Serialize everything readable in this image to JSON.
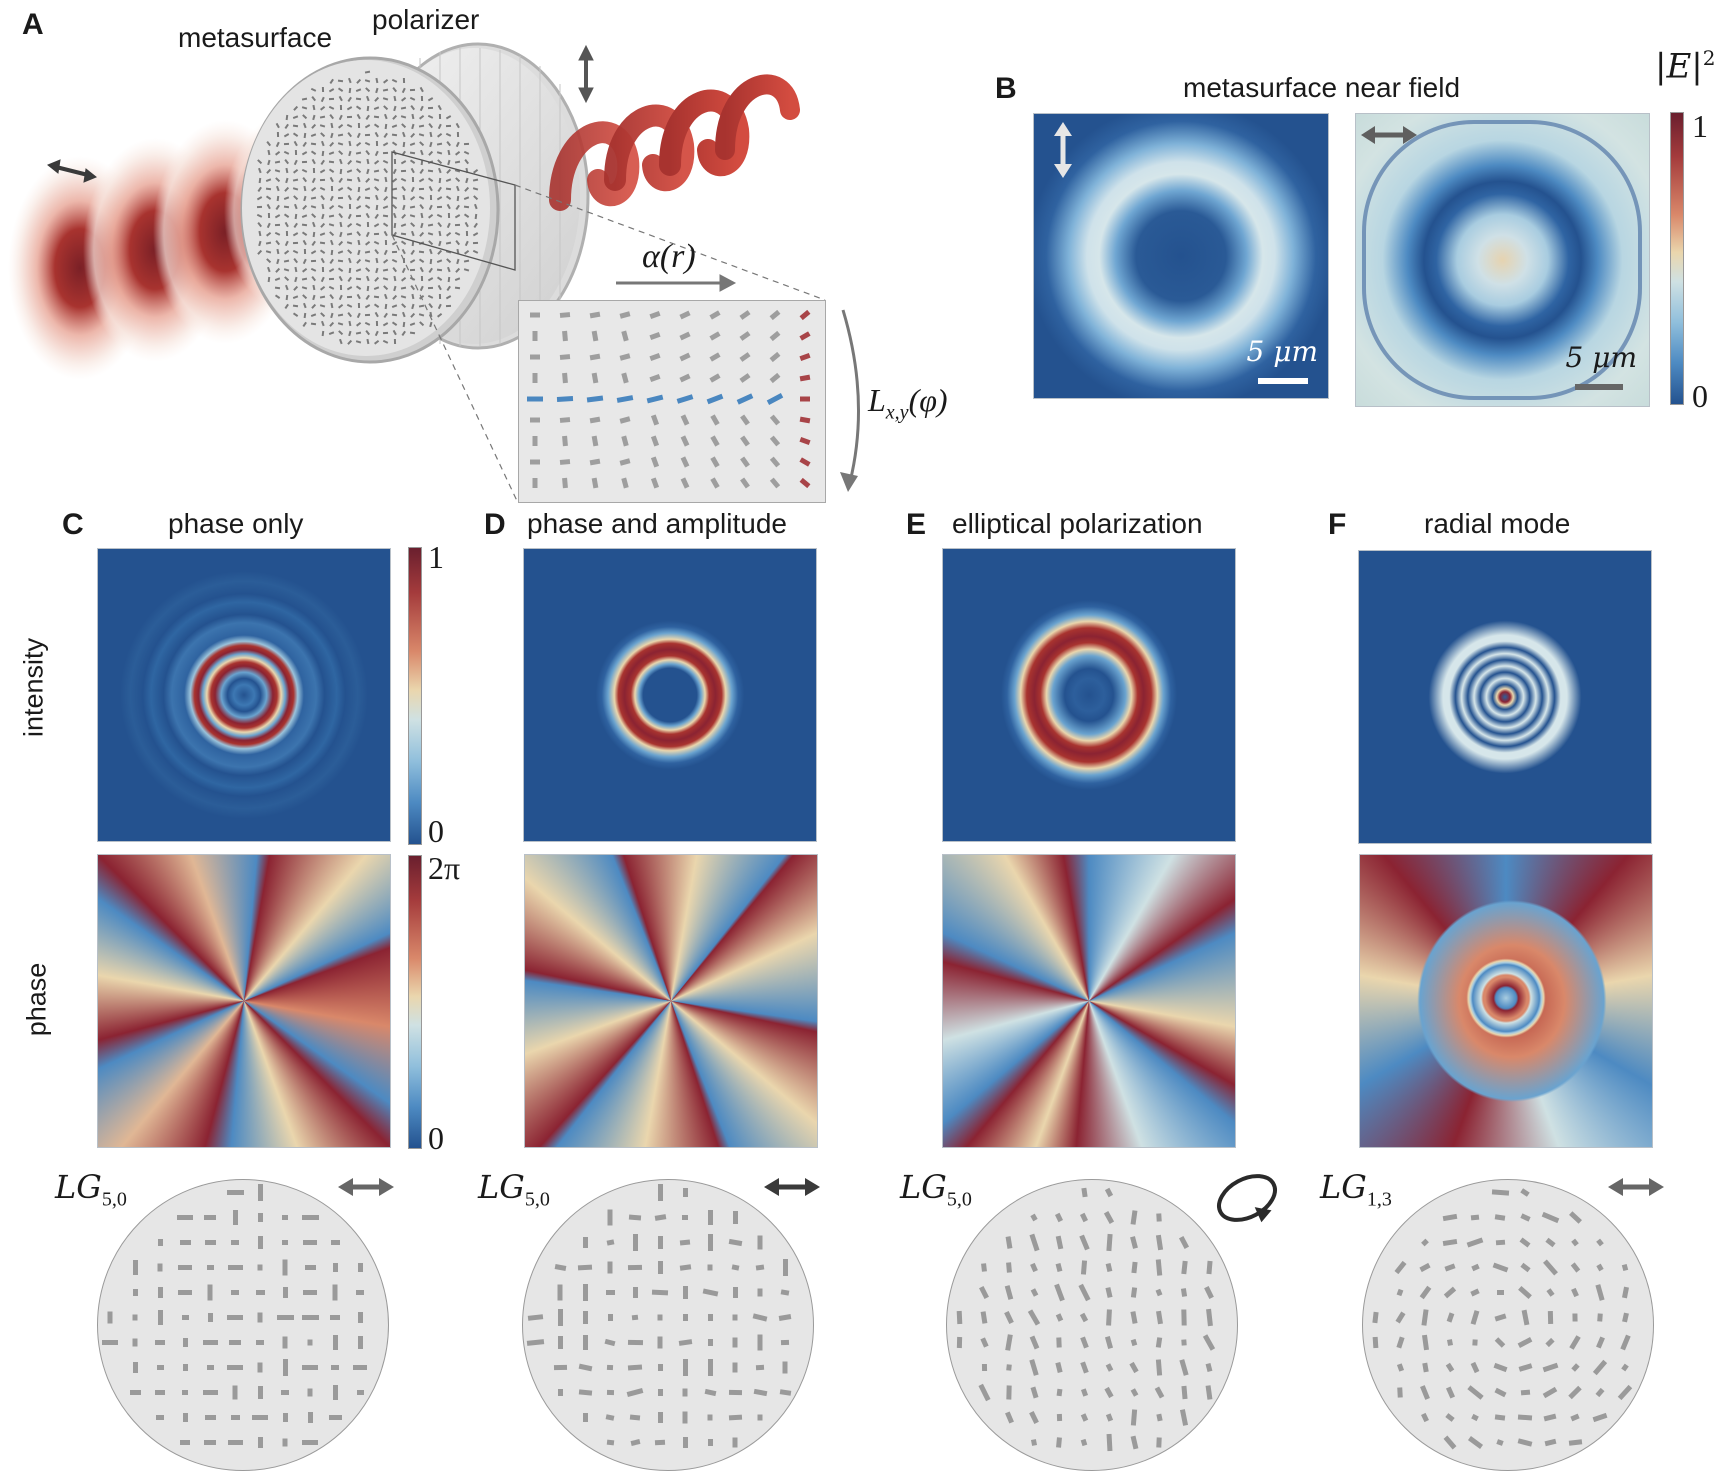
{
  "panel_a": {
    "label": "A",
    "metasurface_label": "metasurface",
    "polarizer_label": "polarizer",
    "alpha_label": "α(r)",
    "l_label_main": "L",
    "l_label_sub": "x,y",
    "l_label_arg": "(φ)",
    "input_polarization": "horizontal",
    "output_polarization": "vertical",
    "inset_colors": {
      "background": "#e8e8e8",
      "element": "#9e9e9e",
      "radial_row": "#4a87c0",
      "azimuthal_col": "#a84448"
    }
  },
  "panel_b": {
    "label": "B",
    "title": "metasurface near field",
    "left_scalebar": "5 μm",
    "right_scalebar": "5 μm",
    "left_polarization": "vertical",
    "right_polarization": "horizontal",
    "colorbar_title": "|E|",
    "colorbar_title_sup": "2",
    "colorbar_max": "1",
    "colorbar_min": "0"
  },
  "row_labels": {
    "intensity": "intensity",
    "phase": "phase"
  },
  "colorbars_c": {
    "intensity_max": "1",
    "intensity_min": "0",
    "phase_max": "2π",
    "phase_min": "0"
  },
  "panels": [
    {
      "label": "C",
      "title": "phase only",
      "mode_main": "LG",
      "mode_sub": "5,0",
      "polarization": "horizontal"
    },
    {
      "label": "D",
      "title": "phase and amplitude",
      "mode_main": "LG",
      "mode_sub": "5,0",
      "polarization": "horizontal"
    },
    {
      "label": "E",
      "title": "elliptical polarization",
      "mode_main": "LG",
      "mode_sub": "5,0",
      "polarization": "elliptical"
    },
    {
      "label": "F",
      "title": "radial mode",
      "mode_main": "LG",
      "mode_sub": "1,3",
      "polarization": "horizontal"
    }
  ],
  "colors": {
    "field_blue": "#24528f",
    "field_red": "#8b2332",
    "field_cream": "#ead6ad",
    "arrow_gray": "#5a5a5a"
  }
}
